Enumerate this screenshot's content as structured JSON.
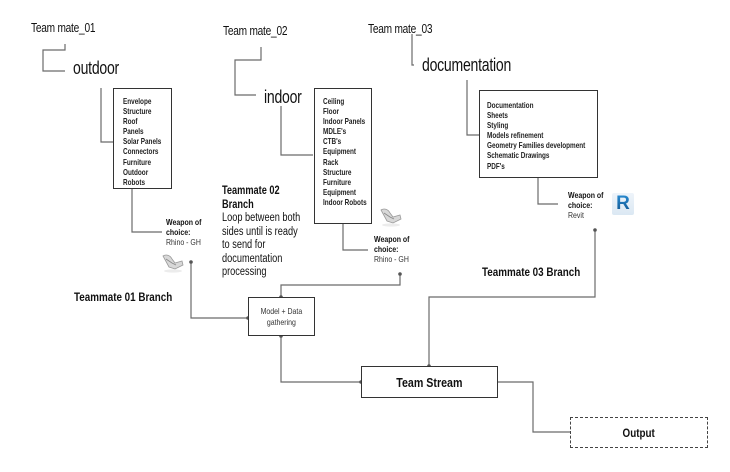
{
  "teammates": [
    {
      "name": "Team mate_01",
      "category": "outdoor",
      "items": [
        "Envelope",
        "Structure",
        "Roof",
        "Panels",
        "Solar Panels",
        "Connectors",
        "Furniture",
        "Outdoor",
        "Robots"
      ],
      "weapon_label": "Weapon of choice:",
      "weapon_label_line1": "Weapon of",
      "weapon_label_line2": "choice:",
      "weapon_tool": "Rhino - GH",
      "weapon_icon": "rhino-icon",
      "branch_label": "Teammate 01 Branch"
    },
    {
      "name": "Team mate_02",
      "category": "indoor",
      "items": [
        "Ceiling",
        "Floor",
        "Indoor Panels",
        "MDLE's",
        "CTB's",
        "Equipment",
        "Rack",
        "Structure",
        "Furniture",
        "Equipment",
        "Indoor Robots"
      ],
      "weapon_label_line1": "Weapon of",
      "weapon_label_line2": "choice:",
      "weapon_tool": "Rhino - GH",
      "weapon_icon": "rhino-icon",
      "branch_title_line1": "Teammate 02",
      "branch_title_line2": "Branch",
      "branch_desc": [
        "Loop between both",
        "sides until is ready",
        "to send for",
        "documentation",
        "processing"
      ]
    },
    {
      "name": "Team mate_03",
      "category": "documentation",
      "items": [
        "Documentation",
        "Sheets",
        "Styling",
        "Models refinement",
        "Geometry Families development",
        "Schematic Drawings",
        "PDF's"
      ],
      "weapon_label_line1": "Weapon of",
      "weapon_label_line2": "choice:",
      "weapon_tool": "Revit",
      "weapon_icon": "revit-icon",
      "weapon_icon_glyph": "R",
      "branch_label": "Teammate 03 Branch"
    }
  ],
  "nodes": {
    "model_data_line1": "Model + Data",
    "model_data_line2": "gathering",
    "team_stream": "Team Stream",
    "output": "Output"
  },
  "colors": {
    "line": "#6b6b6b",
    "box_border": "#333333",
    "revit_blue": "#1b6fb0"
  }
}
